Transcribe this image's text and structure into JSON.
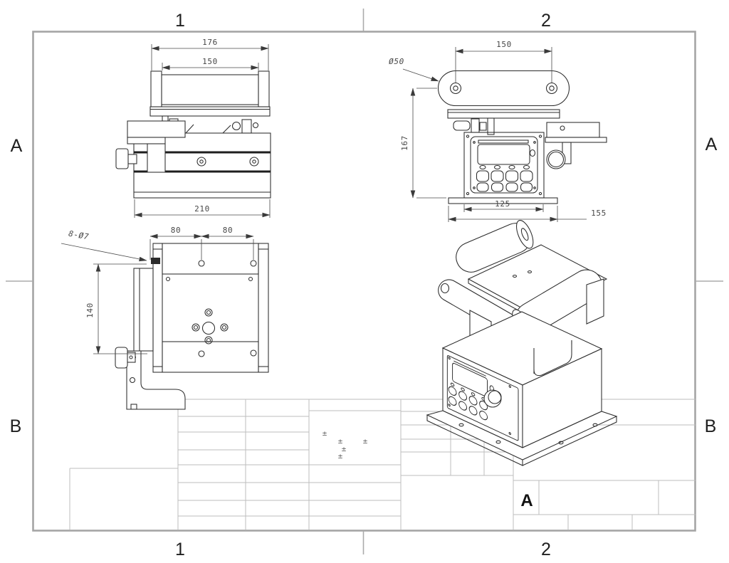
{
  "sheet": {
    "zones": {
      "top": [
        "1",
        "2"
      ],
      "bottom": [
        "1",
        "2"
      ],
      "left": [
        "A",
        "B"
      ],
      "right": [
        "A",
        "B"
      ]
    },
    "frame_color": "#a5a5a5",
    "drawing_line_color": "#2b2b2b",
    "table_line_color": "#bdbdbd",
    "dimension_text_color": "#474747"
  },
  "views": {
    "front": {
      "title": "front-elevation-view",
      "dims": {
        "tray_outer_width": "176",
        "tray_inner_width": "150",
        "base_width": "210"
      }
    },
    "side": {
      "title": "side-elevation-view",
      "dims": {
        "roller_spacing": "150",
        "roller_diameter": "Ø50",
        "overall_height": "167",
        "panel_width": "125",
        "base_width": "155"
      }
    },
    "plan": {
      "title": "plan-view",
      "dims": {
        "hole_callout": "8-Ø7",
        "hole_pitch_left": "80",
        "hole_pitch_right": "80",
        "vertical_pitch": "140"
      }
    },
    "isometric": {
      "title": "isometric-view"
    }
  },
  "title_block": {
    "zone_letter": "A",
    "tolerances": [
      "±",
      "±",
      "±",
      "±",
      "±"
    ]
  }
}
